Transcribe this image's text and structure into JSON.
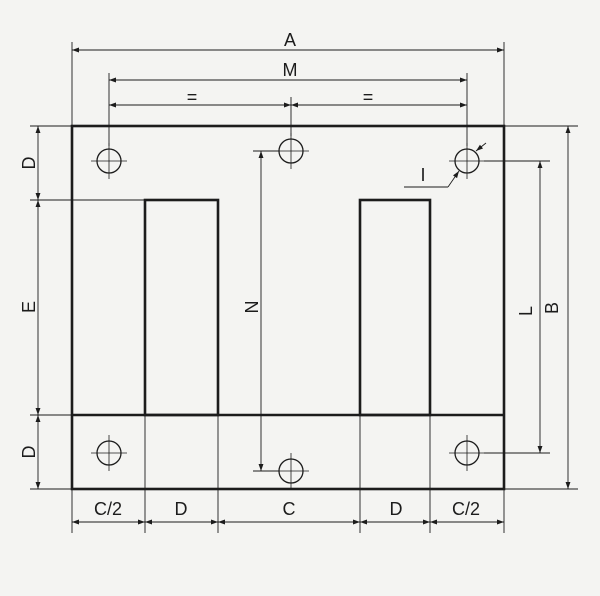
{
  "labels": {
    "a": "A",
    "m": "M",
    "eq_left": "=",
    "eq_right": "=",
    "d_top": "D",
    "e": "E",
    "d_bottom": "D",
    "n": "N",
    "l": "L",
    "b": "B",
    "i": "I",
    "c_half_left": "C/2",
    "d_left": "D",
    "c": "C",
    "d_right": "D",
    "c_half_right": "C/2"
  }
}
